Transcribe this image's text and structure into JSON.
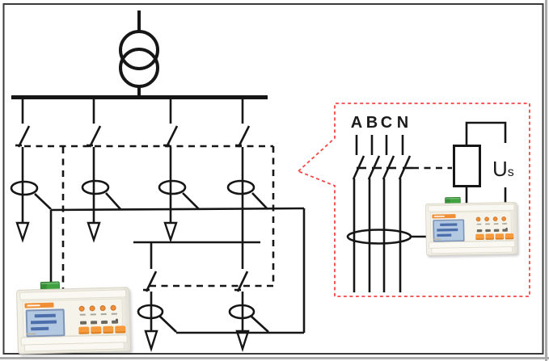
{
  "callout": {
    "phase_labels": [
      "A",
      "B",
      "C",
      "N"
    ],
    "voltage_label": "U",
    "voltage_label_sub": "s"
  },
  "colors": {
    "line": "#161616",
    "callout_red": "#f94646",
    "meter_body": "#f3f0e7",
    "meter_edge": "#d8d4c6",
    "meter_orange": "#ef8e35",
    "meter_lcd_bg": "#b3c9e2",
    "meter_lcd_border": "#7f93b4",
    "meter_lcd_text": "#3a5ea0",
    "meter_green": "#3fa23f",
    "meter_button": "#f59b3e"
  }
}
